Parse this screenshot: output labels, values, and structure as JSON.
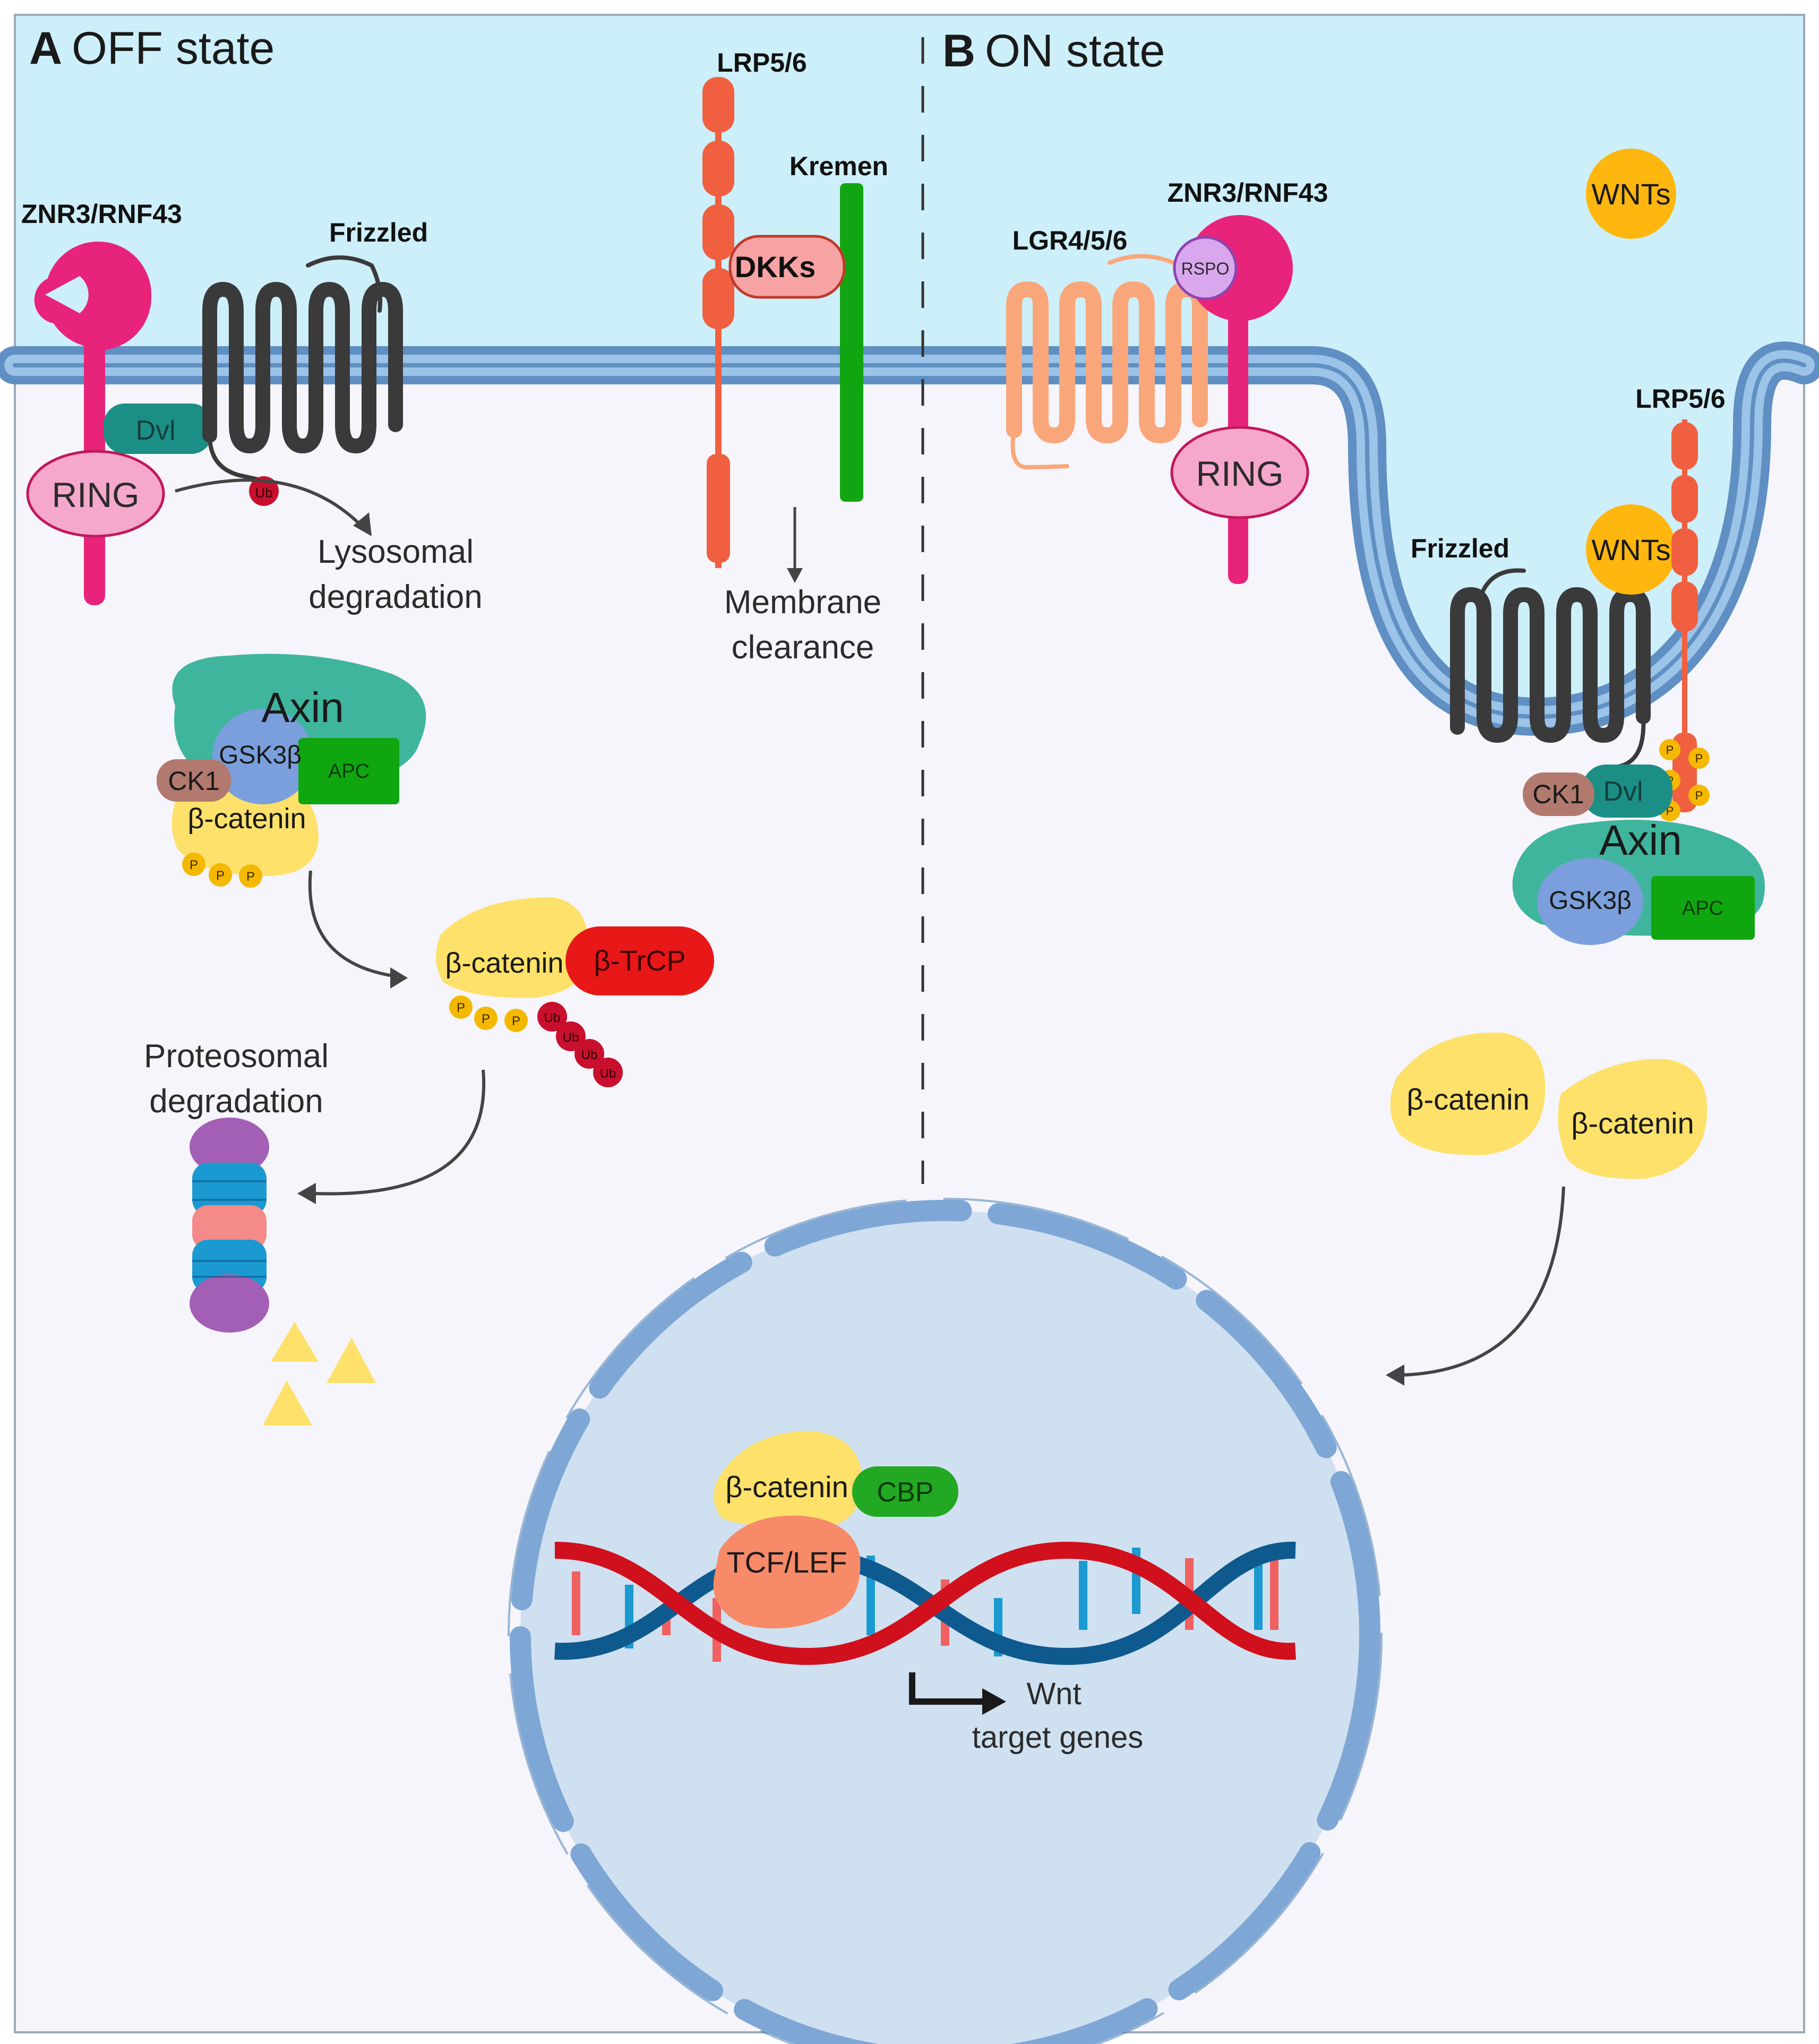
{
  "panels": {
    "off": {
      "letter": "A",
      "title": "OFF state"
    },
    "on": {
      "letter": "B",
      "title": "ON state"
    }
  },
  "labels": {
    "znrf_off": "ZNR3/RNF43",
    "frizzled_off": "Frizzled",
    "dvl_off": "Dvl",
    "ring_off": "RING",
    "ub_off": "Ub",
    "lysosomal_1": "Lysosomal",
    "lysosomal_2": "degradation",
    "lrp_off": "LRP5/6",
    "kremen": "Kremen",
    "dkks": "DKKs",
    "membrane_1": "Membrane",
    "membrane_2": "clearance",
    "axin_off": "Axin",
    "gsk_off": "GSK3β",
    "ck1_off": "CK1",
    "apc_off": "APC",
    "bcat_off": "β-catenin",
    "p": "P",
    "bcat_trcp": "β-catenin",
    "btrcp": "β-TrCP",
    "ub": "Ub",
    "proteo_1": "Proteosomal",
    "proteo_2": "degradation",
    "znrf_on": "ZNR3/RNF43",
    "lgr": "LGR4/5/6",
    "rspo": "RSPO",
    "ring_on": "RING",
    "wnts_top": "WNTs",
    "lrp_on": "LRP5/6",
    "frizzled_on": "Frizzled",
    "wnts_mid": "WNTs",
    "ck1_on": "CK1",
    "dvl_on": "Dvl",
    "axin_on": "Axin",
    "gsk_on": "GSK3β",
    "apc_on": "APC",
    "bcat_free_1": "β-catenin",
    "bcat_free_2": "β-catenin",
    "bcat_nuc": "β-catenin",
    "cbp": "CBP",
    "tcf": "TCF/LEF",
    "wnt_1": "Wnt",
    "wnt_2": "target genes"
  },
  "colors": {
    "extracellular": "#cdeffa",
    "cytoplasm": "#f5f5fb",
    "membrane": "#8fb6de",
    "membrane_dark": "#5f8fc3",
    "znrf": "#e8247a",
    "ring": "#f6a8cc",
    "frizzled": "#3a3a3a",
    "dvl": "#1b8f86",
    "lrp": "#f06040",
    "kremen": "#11a611",
    "dkk": "#f7a3a3",
    "lgr": "#f9a77a",
    "rspo": "#d9a7ee",
    "wnt": "#ffb70f",
    "axin": "#3fb59d",
    "gsk": "#7a9fdc",
    "ck1": "#b27a6f",
    "apc": "#0fa60f",
    "bcatenin": "#fde16a",
    "btrcp": "#e81818",
    "ub": "#c8102e",
    "phospho": "#f5b800",
    "nucleus": "#cfe0f0",
    "tcf": "#f78a68",
    "cbp": "#22a822",
    "dna_red": "#d0101c",
    "dna_blue": "#0e5a8f"
  }
}
